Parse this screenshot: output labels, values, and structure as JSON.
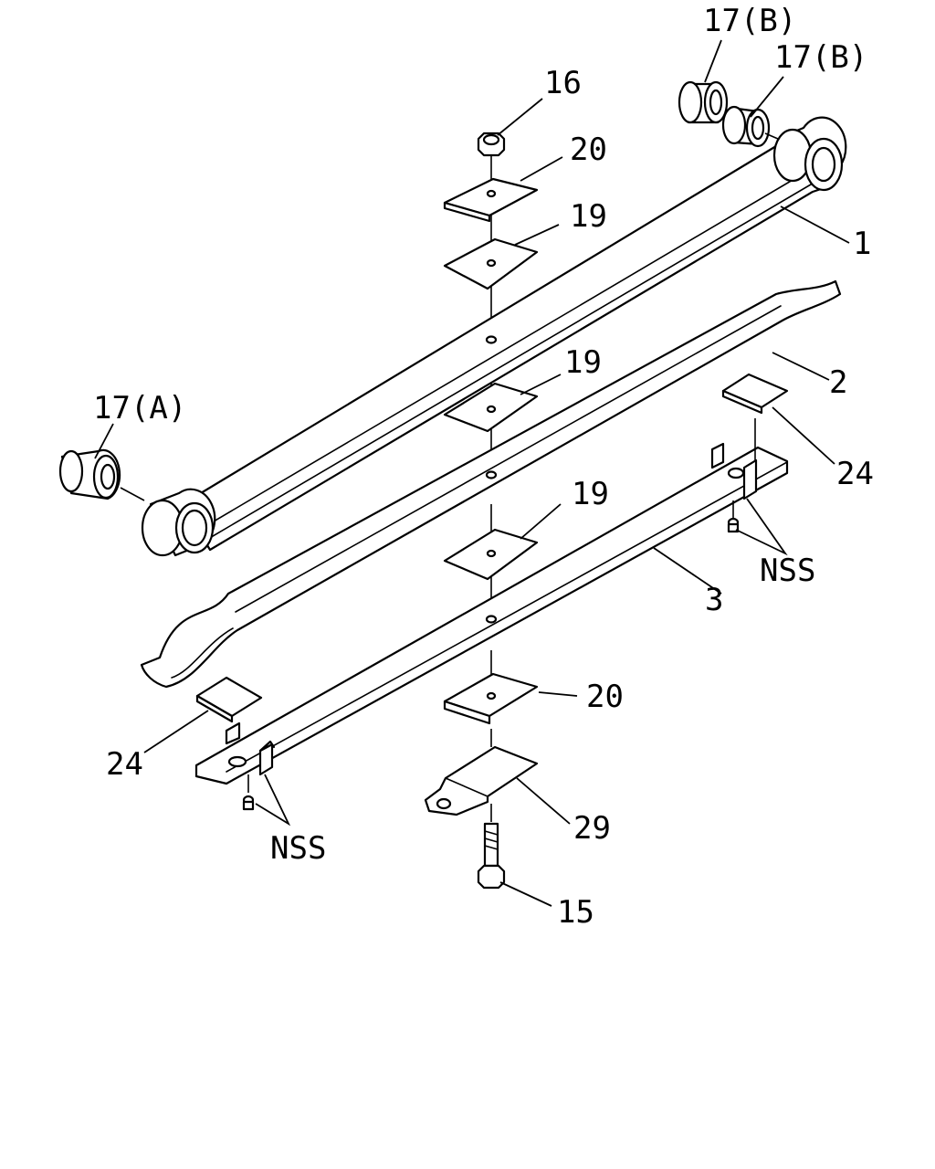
{
  "labels": {
    "c1": "17(B)",
    "c2": "17(B)",
    "c3": "16",
    "c4": "20",
    "c5": "19",
    "c6": "1",
    "c7": "19",
    "c8": "2",
    "c9": "17(A)",
    "c10": "24",
    "c11": "19",
    "c12": "NSS",
    "c13": "3",
    "c14": "20",
    "c15": "24",
    "c16": "29",
    "c17": "NSS",
    "c18": "15"
  },
  "colors": {
    "line": "#000000",
    "background": "#ffffff"
  }
}
